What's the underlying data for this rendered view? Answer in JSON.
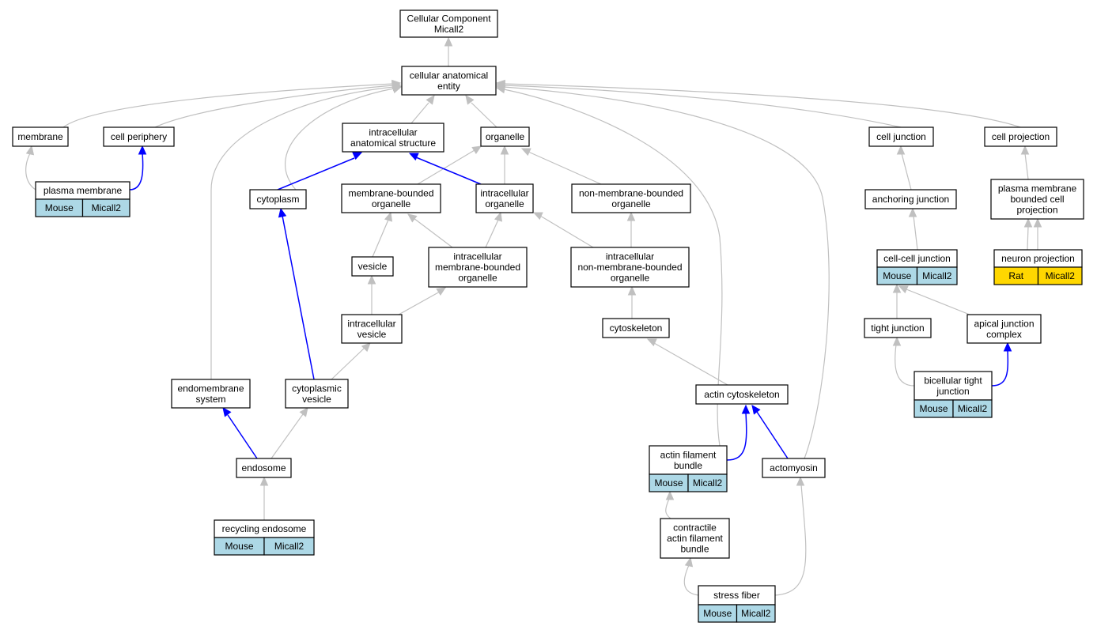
{
  "graph": {
    "nodes": {
      "root": [
        "Cellular Component",
        "Micall2"
      ],
      "cae": [
        "cellular anatomical",
        "entity"
      ],
      "membrane": [
        "membrane"
      ],
      "cellperiph": [
        "cell periphery"
      ],
      "ias": [
        "intracellular",
        "anatomical structure"
      ],
      "organelle": [
        "organelle"
      ],
      "celljunction": [
        "cell junction"
      ],
      "cellproj": [
        "cell projection"
      ],
      "plasmamem": [
        "plasma membrane"
      ],
      "cytoplasm": [
        "cytoplasm"
      ],
      "mbo": [
        "membrane-bounded",
        "organelle"
      ],
      "io": [
        "intracellular",
        "organelle"
      ],
      "nmbo": [
        "non-membrane-bounded",
        "organelle"
      ],
      "anchoring": [
        "anchoring junction"
      ],
      "pmbcp": [
        "plasma membrane",
        "bounded cell",
        "projection"
      ],
      "vesicle": [
        "vesicle"
      ],
      "imbo": [
        "intracellular",
        "membrane-bounded",
        "organelle"
      ],
      "inmbo": [
        "intracellular",
        "non-membrane-bounded",
        "organelle"
      ],
      "ccj": [
        "cell-cell junction"
      ],
      "neuronproj": [
        "neuron projection"
      ],
      "iv": [
        "intracellular",
        "vesicle"
      ],
      "cytoskeleton": [
        "cytoskeleton"
      ],
      "tightj": [
        "tight junction"
      ],
      "ajc": [
        "apical junction",
        "complex"
      ],
      "endomem": [
        "endomembrane",
        "system"
      ],
      "cytovesicle": [
        "cytoplasmic",
        "vesicle"
      ],
      "actincyto": [
        "actin cytoskeleton"
      ],
      "btj": [
        "bicellular tight",
        "junction"
      ],
      "endosome": [
        "endosome"
      ],
      "afb": [
        "actin filament",
        "bundle"
      ],
      "actomyosin": [
        "actomyosin"
      ],
      "recycling": [
        "recycling endosome"
      ],
      "cafb": [
        "contractile",
        "actin filament",
        "bundle"
      ],
      "stressfiber": [
        "stress fiber"
      ]
    },
    "annotations": {
      "plasmamem": [
        "Mouse",
        "Micall2"
      ],
      "ccj": [
        "Mouse",
        "Micall2"
      ],
      "neuronproj": [
        "Rat",
        "Micall2"
      ],
      "btj": [
        "Mouse",
        "Micall2"
      ],
      "afb": [
        "Mouse",
        "Micall2"
      ],
      "recycling": [
        "Mouse",
        "Micall2"
      ],
      "stressfiber": [
        "Mouse",
        "Micall2"
      ]
    },
    "colors": {
      "edge_is_a": "#c0c0c0",
      "edge_part_of": "#0000ff",
      "mouse": "#add8e6",
      "rat": "#ffd700"
    }
  }
}
